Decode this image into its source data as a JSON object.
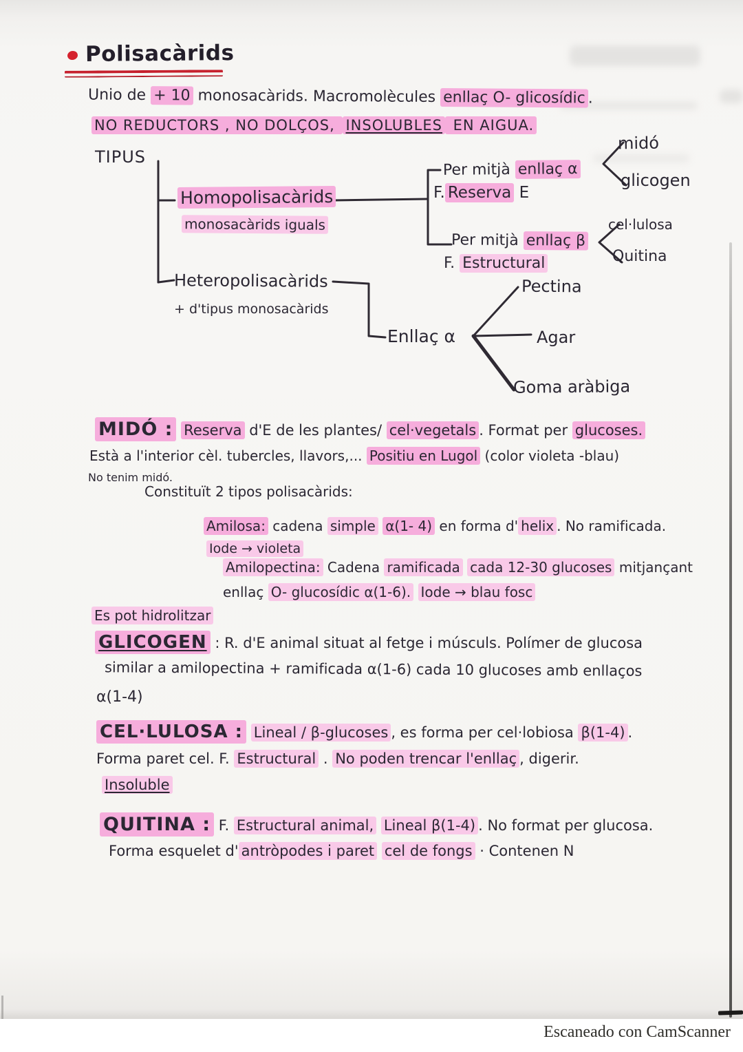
{
  "colors": {
    "accent_red": "#d5222e",
    "highlight_pink": "#f6addc",
    "highlight_pink_light": "#f9c9e8",
    "ink": "#2b2733"
  },
  "title": "Polisacàrids",
  "intro": {
    "line1": [
      {
        "t": "Unio de ",
        "h": 0
      },
      {
        "t": "+ 10",
        "h": 1
      },
      {
        "t": " monosacàrids. Macromolècules ",
        "h": 0
      },
      {
        "t": "enllaç O- glicosídic",
        "h": 1
      },
      {
        "t": ".",
        "h": 0
      }
    ],
    "line2": [
      {
        "t": "NO REDUCTORS , NO DOLÇOS, ",
        "h": 1
      },
      {
        "t": "INSOLUBLES",
        "h": 1,
        "u": 1
      },
      {
        "t": " EN AIGUA.",
        "h": 1
      }
    ]
  },
  "tree": {
    "root": "TIPUS",
    "homo_title": [
      {
        "t": "Homopolisacàrids",
        "h": 1
      }
    ],
    "homo_sub": [
      {
        "t": "monosacàrids iguals",
        "h": 1,
        "l": 1
      }
    ],
    "hetero_title": [
      {
        "t": "Heteropolisacàrids",
        "h": 0
      }
    ],
    "hetero_sub": [
      {
        "t": "+ d'tipus monosacàrids",
        "h": 0
      }
    ],
    "alpha_branch": [
      {
        "t": "Per mitjà ",
        "h": 0
      },
      {
        "t": "enllaç α",
        "h": 1
      }
    ],
    "alpha_function": [
      {
        "t": "F.",
        "h": 0
      },
      {
        "t": "Reserva",
        "h": 1
      },
      {
        "t": " E",
        "h": 0
      }
    ],
    "beta_branch": [
      {
        "t": "Per mitjà ",
        "h": 0
      },
      {
        "t": "enllaç β",
        "h": 1
      }
    ],
    "beta_function": [
      {
        "t": "F. ",
        "h": 0
      },
      {
        "t": "Estructural",
        "h": 1,
        "l": 1
      }
    ],
    "leaf_mido": "midó",
    "leaf_glicogen": "glicogen",
    "leaf_cellulosa": "cel·lulosa",
    "leaf_quitina": "Quitina",
    "enllac_alpha": "Enllaç α",
    "leaf_pectina": "Pectina",
    "leaf_agar": "Agar",
    "leaf_goma": "Goma aràbiga"
  },
  "sections": {
    "mido": {
      "heading": [
        {
          "t": "MIDÓ :",
          "h": 1
        }
      ],
      "line0": [
        {
          "t": " ",
          "h": 0
        },
        {
          "t": "Reserva",
          "h": 1
        },
        {
          "t": " d'E de les plantes/ ",
          "h": 0
        },
        {
          "t": "cel·vegetals",
          "h": 1
        },
        {
          "t": ". Format per ",
          "h": 0
        },
        {
          "t": "glucoses.",
          "h": 1
        }
      ],
      "line1": [
        {
          "t": "Està a l'interior cèl. tubercles, llavors,... ",
          "h": 0
        },
        {
          "t": "Positiu en Lugol",
          "h": 1
        },
        {
          "t": " (color violeta -blau)",
          "h": 0
        }
      ],
      "line2": [
        {
          "t": "No tenim midó.",
          "h": 0
        }
      ],
      "line3": [
        {
          "t": "Constituït 2 tipos polisacàrids:",
          "h": 0
        }
      ],
      "amilosa_line1": [
        {
          "t": "Amilosa:",
          "h": 1
        },
        {
          "t": " cadena ",
          "h": 0
        },
        {
          "t": "simple",
          "h": 1,
          "l": 1
        },
        {
          "t": " ",
          "h": 0
        },
        {
          "t": "α(1- 4)",
          "h": 1
        },
        {
          "t": " en forma d'",
          "h": 0
        },
        {
          "t": "helix",
          "h": 1,
          "l": 1
        },
        {
          "t": ". No ramificada.",
          "h": 0
        }
      ],
      "amilosa_line2": [
        {
          "t": "Iode → violeta",
          "h": 1,
          "l": 1
        }
      ],
      "amilopectina_line1": [
        {
          "t": "Amilopectina:",
          "h": 1,
          "l": 1
        },
        {
          "t": " Cadena ",
          "h": 0
        },
        {
          "t": "ramificada",
          "h": 1,
          "l": 1
        },
        {
          "t": " ",
          "h": 0
        },
        {
          "t": "cada 12-30 glucoses",
          "h": 1,
          "l": 1
        },
        {
          "t": " mitjançant",
          "h": 0
        }
      ],
      "amilopectina_line2": [
        {
          "t": "enllaç ",
          "h": 0
        },
        {
          "t": "O- glucosídic α(1-6).",
          "h": 1,
          "l": 1
        },
        {
          "t": " ",
          "h": 0
        },
        {
          "t": "Iode → blau fosc",
          "h": 1,
          "l": 1
        }
      ],
      "hidrolitzar": [
        {
          "t": "Es pot hidrolitzar",
          "h": 1,
          "l": 1
        }
      ]
    },
    "glicogen": {
      "heading": [
        {
          "t": "GLICOGEN",
          "h": 1,
          "u": 1
        }
      ],
      "line0": [
        {
          "t": " :  R. d'E animal situat al fetge i músculs. Polímer de glucosa",
          "h": 0
        }
      ],
      "line1": [
        {
          "t": "similar a amilopectina + ramificada α(1-6) cada 10 glucoses amb enllaços",
          "h": 0
        }
      ],
      "line2": [
        {
          "t": "α(1-4)",
          "h": 0
        }
      ]
    },
    "cellulosa": {
      "heading": [
        {
          "t": "CEL·LULOSA :",
          "h": 1
        }
      ],
      "line0": [
        {
          "t": " ",
          "h": 0
        },
        {
          "t": "Lineal / β-glucoses",
          "h": 1,
          "l": 1
        },
        {
          "t": ", es forma per cel·lobiosa ",
          "h": 0
        },
        {
          "t": "β(1-4)",
          "h": 1,
          "l": 1
        },
        {
          "t": ".",
          "h": 0
        }
      ],
      "line1": [
        {
          "t": "Forma paret cel.  F. ",
          "h": 0
        },
        {
          "t": "Estructural",
          "h": 1,
          "l": 1
        },
        {
          "t": " . ",
          "h": 0
        },
        {
          "t": "No poden trencar l'enllaç",
          "h": 1,
          "l": 1
        },
        {
          "t": ", digerir.",
          "h": 0
        }
      ],
      "line2": [
        {
          "t": "Insoluble",
          "h": 1,
          "l": 1,
          "u": 1
        }
      ]
    },
    "quitina": {
      "heading": [
        {
          "t": "QUITINA :",
          "h": 1
        }
      ],
      "line0": [
        {
          "t": " F. ",
          "h": 0
        },
        {
          "t": "Estructural animal,",
          "h": 1,
          "l": 1
        },
        {
          "t": " ",
          "h": 0
        },
        {
          "t": "Lineal β(1-4)",
          "h": 1,
          "l": 1
        },
        {
          "t": ". No format per glucosa.",
          "h": 0
        }
      ],
      "line1": [
        {
          "t": "Forma esquelet d'",
          "h": 0
        },
        {
          "t": "antròpodes i paret",
          "h": 1,
          "l": 1
        },
        {
          "t": " ",
          "h": 0
        },
        {
          "t": "cel de fongs",
          "h": 1,
          "l": 1
        },
        {
          "t": " · Contenen N",
          "h": 0
        }
      ]
    }
  },
  "footer": {
    "scanner_credit": "Escaneado con CamScanner"
  }
}
